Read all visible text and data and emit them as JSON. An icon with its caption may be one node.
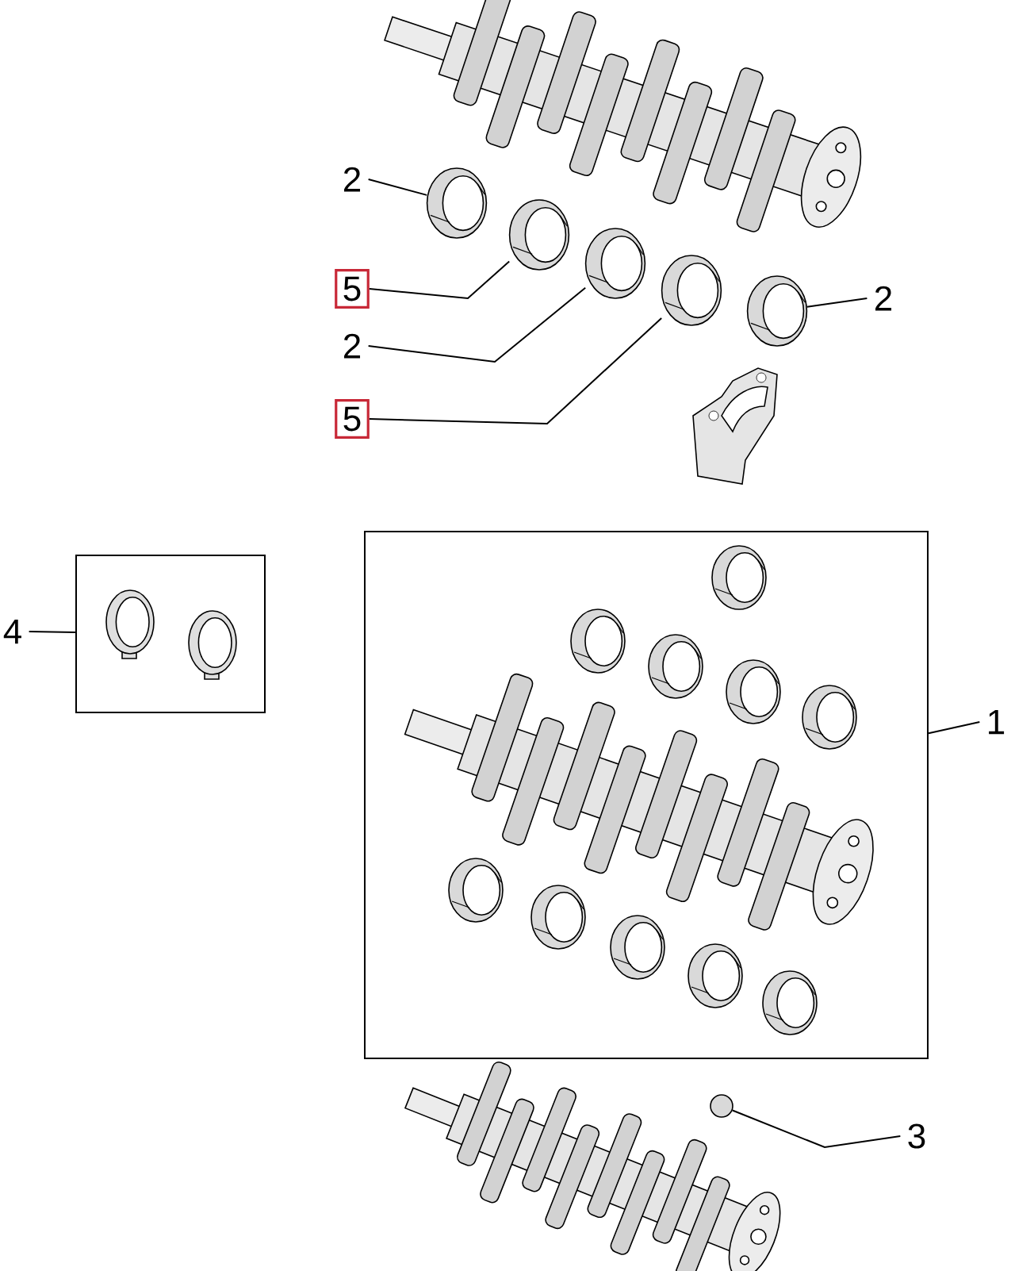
{
  "diagram": {
    "nodes": [
      {
        "text": [
          "2"
        ]
      },
      {
        "text": [],
        "shape": "picture"
      },
      {
        "text": [],
        "shape": "picture"
      },
      {
        "text": [],
        "shape": "picture"
      },
      {
        "text": [],
        "shape": "picture"
      },
      {
        "text": [],
        "shape": "picture"
      },
      {
        "text": [
          "5"
        ]
      },
      {
        "text": [
          "2"
        ]
      },
      {
        "text": [
          "2"
        ]
      },
      {
        "text": [
          "5"
        ]
      },
      {
        "text": [
          "4"
        ]
      },
      {
        "text": [],
        "shape": "box"
      },
      {
        "text": [],
        "shape": "box"
      },
      {
        "text": [
          "1"
        ]
      },
      {
        "text": [],
        "shape": "circle"
      },
      {
        "text": [
          "3"
        ]
      }
    ],
    "edges": [
      {
        "from": 0,
        "to": 1,
        "arrow": "none"
      },
      {
        "from": 6,
        "to": 2,
        "arrow": "none"
      },
      {
        "from": 8,
        "to": 3,
        "arrow": "none"
      },
      {
        "from": 9,
        "to": 4,
        "arrow": "none"
      },
      {
        "from": 7,
        "to": 5,
        "arrow": "none"
      },
      {
        "from": 10,
        "to": 11,
        "arrow": "none"
      },
      {
        "from": 13,
        "to": 12,
        "arrow": "none"
      },
      {
        "from": 15,
        "to": 14,
        "arrow": "none"
      }
    ]
  }
}
